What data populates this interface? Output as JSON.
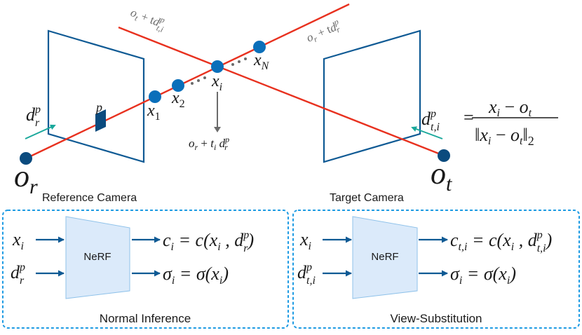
{
  "colors": {
    "ray": "#e8311f",
    "frame": "#0f5a94",
    "sample_point": "#0a6fba",
    "origin_point": "#0b4b7e",
    "view_dir_arrow": "#1aa89b",
    "projection_arrow": "#6b6b6b",
    "dashed_box": "#1e9be3",
    "nerf_fill": "#dbeafa",
    "nerf_stroke": "#8fc2ea",
    "io_arrow": "#0f5a94"
  },
  "top": {
    "reference_camera": {
      "label": "Reference Camera",
      "origin": {
        "base": "o",
        "sub": "r"
      },
      "view_dir": {
        "base": "d",
        "sup": "p",
        "sub": "r"
      },
      "pixel": {
        "label": "p"
      }
    },
    "target_camera": {
      "label": "Target Camera",
      "origin": {
        "base": "o",
        "sub": "t"
      },
      "view_dir": {
        "base": "d",
        "sup": "p",
        "sub": "t,i"
      }
    },
    "ray_labels": {
      "target_ray": {
        "pre": "o",
        "pre_sub": "t",
        "mid": " + t",
        "base": "d",
        "sup": "p",
        "sub": "t,i"
      },
      "reference_ray": {
        "pre": "o",
        "pre_sub": "r",
        "mid": " + t",
        "base": "d",
        "sup": "p",
        "sub": "r"
      }
    },
    "samples": [
      {
        "base": "x",
        "sub": "1"
      },
      {
        "base": "x",
        "sub": "2"
      },
      {
        "base": "x",
        "sub": "i"
      },
      {
        "base": "x",
        "sub": "N"
      }
    ],
    "ellipsis": "• • •",
    "projection_label": {
      "a": "o",
      "a_sub": "r",
      "plus": " + ",
      "t": "t",
      "t_sub": "i",
      "d": " d",
      "d_sup": "p",
      "d_sub": "r"
    },
    "direction_formula": {
      "lhs": {
        "base": "d",
        "sup": "p",
        "sub": "t,i"
      },
      "eq": "=",
      "numerator": {
        "x": "x",
        "x_sub": "i",
        "minus": " − ",
        "o": "o",
        "o_sub": "t"
      },
      "denominator": {
        "open": "‖",
        "x": "x",
        "x_sub": "i",
        "minus": " − ",
        "o": "o",
        "o_sub": "t",
        "close": "‖",
        "norm_sub": "2"
      }
    }
  },
  "panels": [
    {
      "title": "Normal Inference",
      "nerf_label": "NeRF",
      "input_x": {
        "base": "x",
        "sub": "i"
      },
      "input_d": {
        "base": "d",
        "sup": "p",
        "sub": "r"
      },
      "output_c": {
        "lhs": "c",
        "lhs_sub": "i",
        "rhs": " = c(x",
        "rhs_sub": "i",
        "mid": " , d",
        "d_sup": "p",
        "d_sub": "r",
        "close": ")"
      },
      "output_sigma": {
        "lhs": "σ",
        "lhs_sub": "i",
        "rhs": " = σ(x",
        "rhs_sub": "i",
        "close": ")"
      }
    },
    {
      "title": "View-Substitution",
      "nerf_label": "NeRF",
      "input_x": {
        "base": "x",
        "sub": "i"
      },
      "input_d": {
        "base": "d",
        "sup": "p",
        "sub": "t,i"
      },
      "output_c": {
        "lhs": "c",
        "lhs_sub": "t,i",
        "rhs": " = c(x",
        "rhs_sub": "i",
        "mid": " , d",
        "d_sup": "p",
        "d_sub": "t,i",
        "close": ")"
      },
      "output_sigma": {
        "lhs": "σ",
        "lhs_sub": "i",
        "rhs": " = σ(x",
        "rhs_sub": "i",
        "close": ")"
      }
    }
  ]
}
